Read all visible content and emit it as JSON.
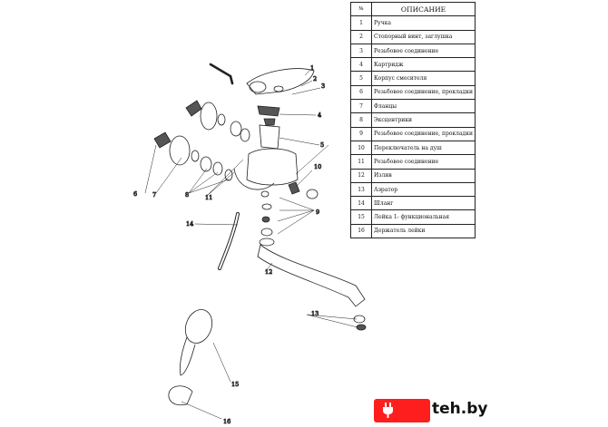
{
  "table": {
    "header_num": "№",
    "header_desc": "ОПИСАНИЕ",
    "rows": [
      {
        "num": "1",
        "desc": "Ручка"
      },
      {
        "num": "2",
        "desc": "Стопорный винт, заглушка"
      },
      {
        "num": "3",
        "desc": "Резьбовое соединение"
      },
      {
        "num": "4",
        "desc": "Картридж"
      },
      {
        "num": "5",
        "desc": "Корпус смесителя"
      },
      {
        "num": "6",
        "desc": "Резьбовое соединение, прокладки"
      },
      {
        "num": "7",
        "desc": "Фланцы"
      },
      {
        "num": "8",
        "desc": "Эксцентрики"
      },
      {
        "num": "9",
        "desc": "Резьбовое соединение, прокладки"
      },
      {
        "num": "10",
        "desc": "Переключатель на душ"
      },
      {
        "num": "11",
        "desc": "Резьбовое соединение"
      },
      {
        "num": "12",
        "desc": "Излив"
      },
      {
        "num": "13",
        "desc": "Аэратор"
      },
      {
        "num": "14",
        "desc": "Шланг"
      },
      {
        "num": "15",
        "desc": "Лейка 1- функциональная"
      },
      {
        "num": "16",
        "desc": "Держатель лейки"
      }
    ]
  },
  "callouts": [
    "1",
    "2",
    "3",
    "4",
    "5",
    "6",
    "7",
    "8",
    "9",
    "10",
    "11",
    "12",
    "13",
    "14",
    "15",
    "16"
  ],
  "watermark": {
    "text": "teh.by",
    "color": "#ff1e1e"
  }
}
